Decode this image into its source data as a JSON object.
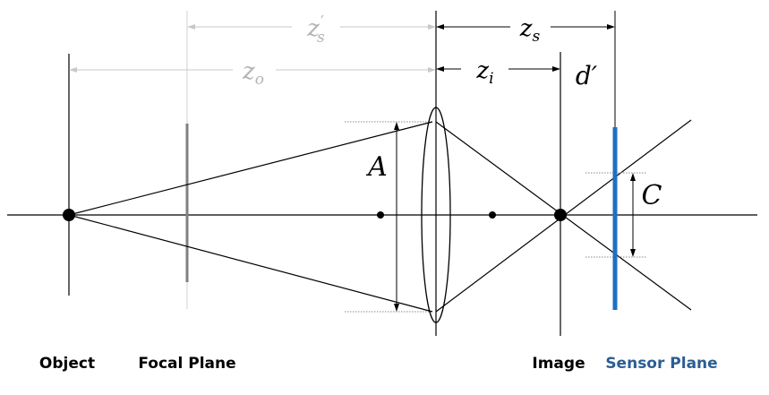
{
  "labels": {
    "object": "Object",
    "focal_plane": "Focal Plane",
    "image": "Image",
    "sensor_plane": "Sensor Plane"
  },
  "math": {
    "zs_prime": "z′s",
    "zo": "zo",
    "zs": "zs",
    "zi": "zi",
    "d_prime": "d′",
    "aperture": "A",
    "circle_of_confusion": "C"
  },
  "colors": {
    "line": "#000000",
    "focal_plane": "#808080",
    "faded_dimension": "#c8c8c8",
    "faded_text": "#b4b4b4",
    "sensor": "#1f6fc4",
    "sensor_text": "#2b5d94"
  }
}
